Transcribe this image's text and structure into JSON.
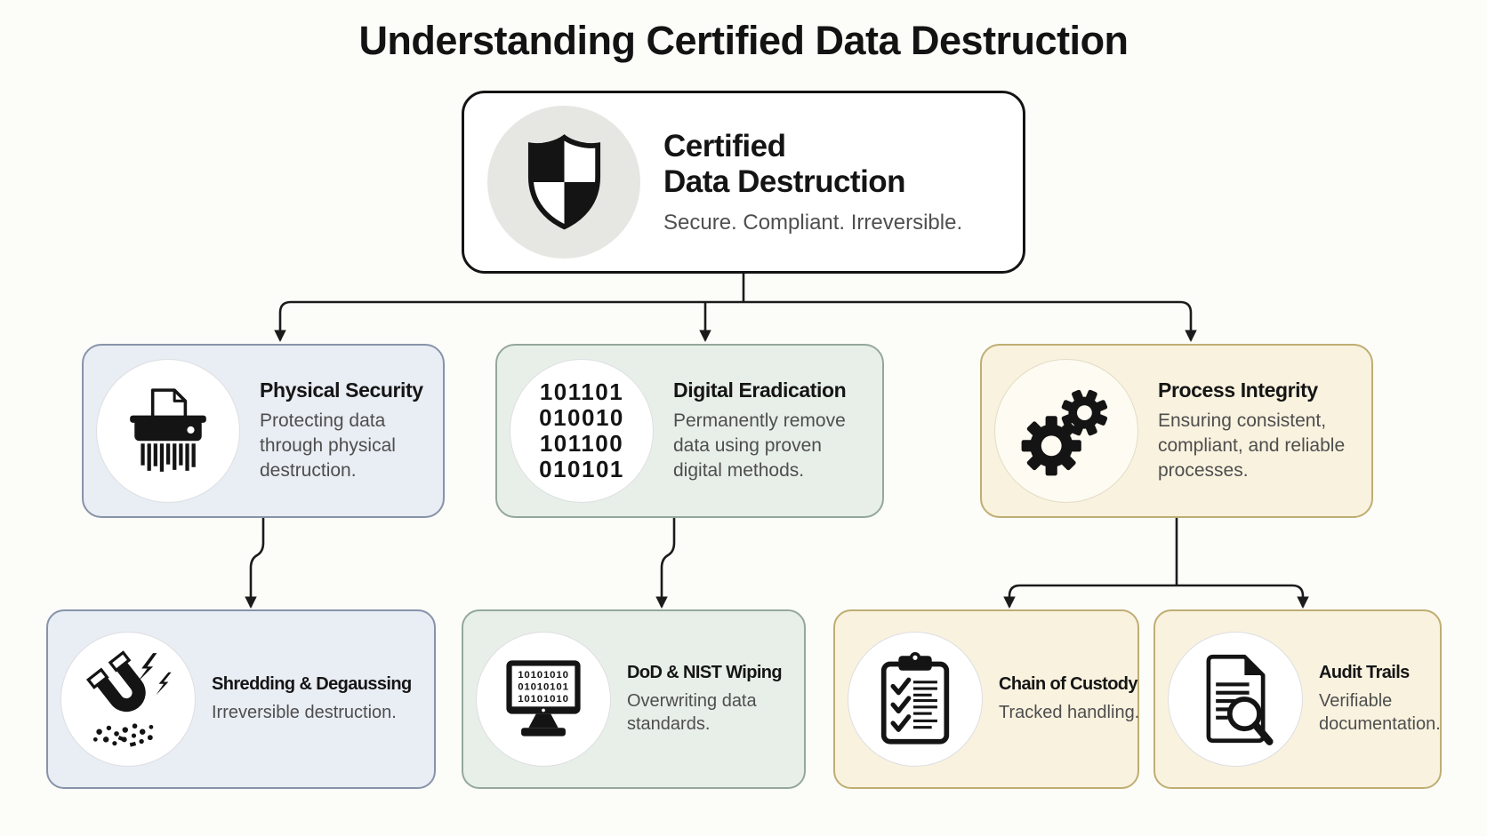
{
  "page": {
    "title": "Understanding Certified Data Destruction"
  },
  "colors": {
    "background": "#fcfcf9",
    "connector_line": "#1b1b1b",
    "root_fill": "#ffffff",
    "root_border": "#141414",
    "blue_fill": "#e9edf4",
    "blue_border": "#8793a9",
    "green_fill": "#e8efe9",
    "green_border": "#94a89a",
    "cream_fill": "#f9f2df",
    "cream_border": "#bfae72",
    "title_text": "#151515",
    "body_text": "#4e4e4e"
  },
  "nodes": {
    "root": {
      "title_lines": [
        "Certified",
        "Data Destruction"
      ],
      "subtitle": "Secure. Compliant. Irreversible.",
      "icon": "checkered-shield-icon"
    },
    "physical": {
      "title": "Physical Security",
      "body": "Protecting data through physical destruction.",
      "icon": "paper-shredder-icon"
    },
    "digital": {
      "title": "Digital Eradication",
      "body": "Permanently remove data using proven digital methods.",
      "icon": "binary-code-text",
      "binary_lines": [
        "101101",
        "010010",
        "101100",
        "010101"
      ]
    },
    "process": {
      "title": "Process Integrity",
      "body": "Ensuring consistent, compliant, and reliable processes.",
      "icon": "gears-icon"
    },
    "shredding": {
      "title": "Shredding & Degaussing",
      "body": "Irreversible destruction.",
      "icon": "magnet-degauss-icon"
    },
    "wiping": {
      "title": "DoD & NIST Wiping",
      "body": "Overwriting data standards.",
      "icon": "monitor-binary-icon",
      "screen_lines": [
        "10101010",
        "01010101",
        "10101010"
      ]
    },
    "custody": {
      "title": "Chain of Custody",
      "body": "Tracked handling.",
      "icon": "clipboard-checklist-icon"
    },
    "audit": {
      "title": "Audit Trails",
      "body": "Verifiable documentation.",
      "icon": "document-magnifier-icon"
    }
  }
}
